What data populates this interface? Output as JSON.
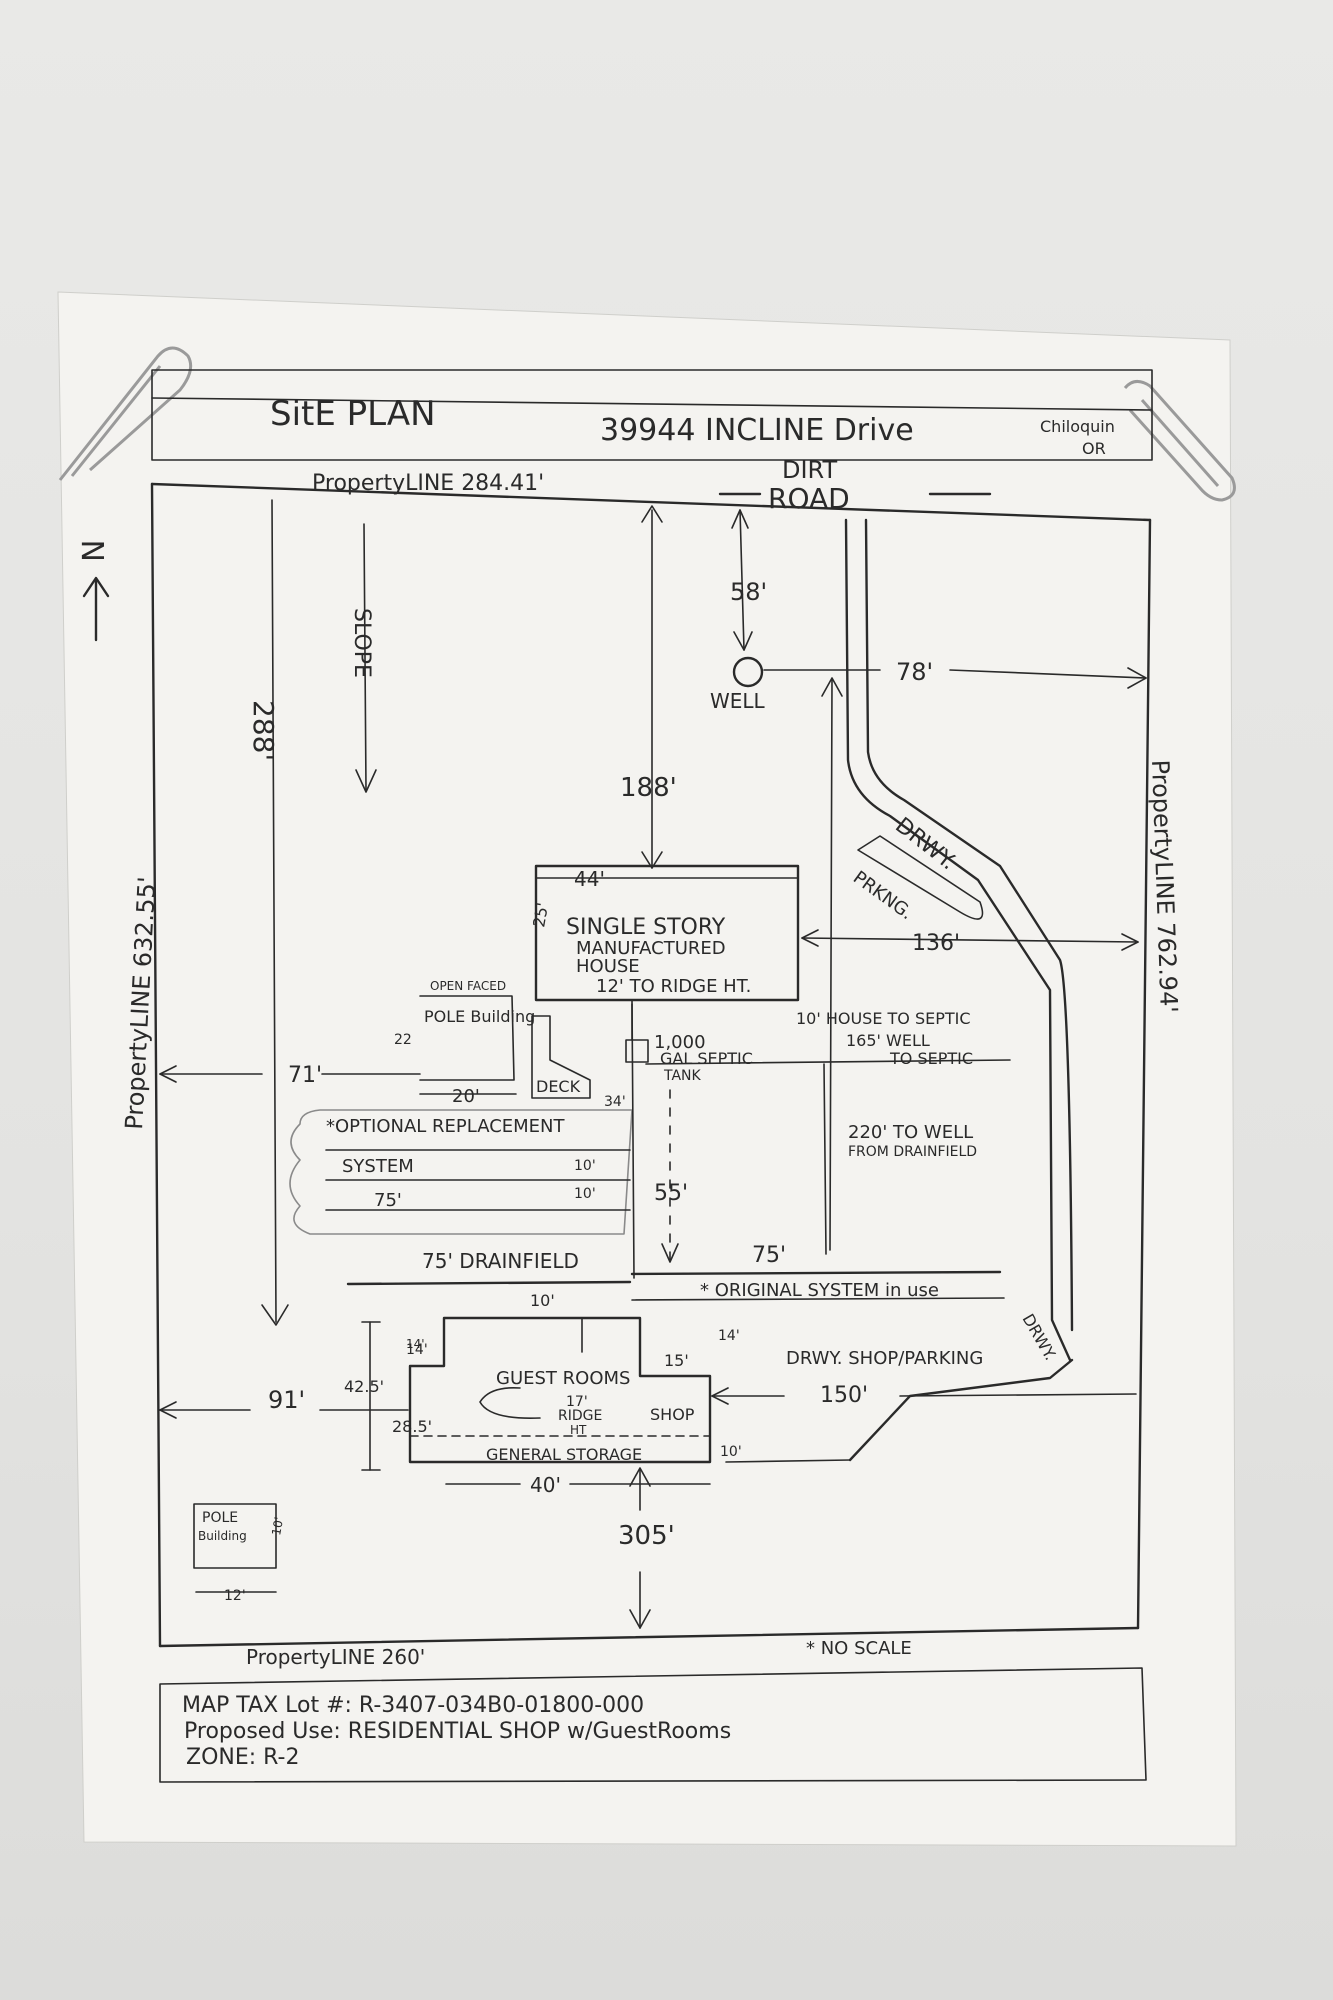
{
  "title": {
    "site_plan": "SitE PLAN",
    "address": "39944 INCLINE Drive",
    "city": "Chiloquin",
    "state": "OR"
  },
  "north": "N",
  "road": {
    "dirt": "DIRT",
    "road": "ROAD"
  },
  "property_lines": {
    "top": "PropertyLINE 284.41'",
    "left": "PropertyLINE 632.55'",
    "right": "PropertyLINE 762.94'",
    "bottom": "PropertyLINE 260'"
  },
  "slope": "SLOPE",
  "dimensions": {
    "d288": "288'",
    "d58": "58'",
    "d78": "78'",
    "d188": "188'",
    "d44": "44'",
    "d25": "25'",
    "d136": "136'",
    "d71": "71'",
    "d20": "20'",
    "d22": "22",
    "d34": "34'",
    "d10a": "10'",
    "d10b": "10'",
    "d55": "55'",
    "d75a": "75'",
    "d10c": "10'",
    "d14a": "14'",
    "d17": "17'",
    "d42_5": "42.5'",
    "d14b": "14'",
    "d28_5": "28.5'",
    "d15": "15'",
    "d14c": "14'",
    "d91": "91'",
    "d150": "150'",
    "d10d": "10'",
    "d40": "40'",
    "d305": "305'",
    "d10e": "10'",
    "d12": "12'"
  },
  "labels": {
    "well": "WELL",
    "drwy": "DRWY.",
    "parking": "PRKNG.",
    "house_line1": "SINGLE STORY",
    "house_line2": "MANUFACTURED",
    "house_line3": "HOUSE",
    "house_line4": "12' TO RIDGE HT.",
    "open_faced": "OPEN FACED",
    "pole_building": "POLE Building",
    "deck": "DECK",
    "septic_tank1": "1,000",
    "septic_tank2": "GAL SEPTIC",
    "septic_tank3": "TANK",
    "house_to_septic": "10' HOUSE TO SEPTIC",
    "well_to_septic1": "165' WELL",
    "well_to_septic2": "TO SEPTIC",
    "well_from_drain1": "220' TO WELL",
    "well_from_drain2": "FROM DRAINFIELD",
    "optional_replacement": "*OPTIONAL REPLACEMENT",
    "system": "SYSTEM",
    "seventy_five": "75'",
    "drainfield": "75' DRAINFIELD",
    "original_system": "* ORIGINAL SYSTEM in use",
    "drwy_short": "DRWY.",
    "drwy_shop": "DRWY. SHOP/PARKING",
    "guest_rooms": "GUEST ROOMS",
    "ridge1": "17'",
    "ridge2": "RIDGE",
    "ridge3": "HT",
    "shop": "SHOP",
    "general_storage": "GENERAL STORAGE",
    "pole_building2_line1": "POLE",
    "pole_building2_line2": "Building",
    "no_scale": "* NO SCALE"
  },
  "footer": {
    "tax_lot": "MAP TAX Lot #: R-3407-034B0-01800-000",
    "proposed_use": "Proposed Use: RESIDENTIAL SHOP w/GuestRooms",
    "zone": "ZONE: R-2"
  }
}
